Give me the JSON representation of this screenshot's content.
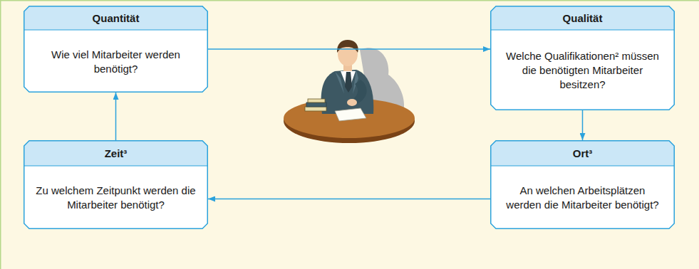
{
  "diagram": {
    "nodes": [
      {
        "text": [
          "Quantität",
          "Wie viel Mitarbeiter werden benötigt?"
        ]
      },
      {
        "text": [
          "Qualität",
          "Welche Qualifikationen² müssen die benötigten Mitarbeiter besitzen?"
        ]
      },
      {
        "text": [
          "Zeit³",
          "Zu welchem Zeitpunkt werden die Mitarbeiter benötigt?"
        ]
      },
      {
        "text": [
          "Ort³",
          "An welchen Arbeitsplätzen werden die Mitarbeiter benötigt?"
        ]
      }
    ],
    "edges": [
      {
        "from": 0,
        "to": 1,
        "arrow": "to"
      },
      {
        "from": 1,
        "to": 3,
        "arrow": "to"
      },
      {
        "from": 3,
        "to": 2,
        "arrow": "to"
      },
      {
        "from": 2,
        "to": 0,
        "arrow": "to"
      }
    ]
  }
}
